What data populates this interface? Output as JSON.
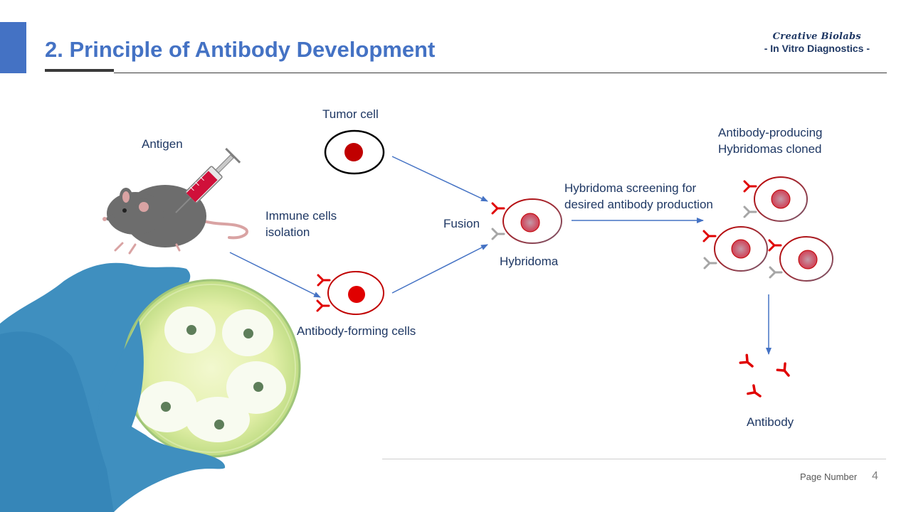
{
  "slide": {
    "title": "2. Principle of Antibody Development",
    "logo": {
      "brand": "Creative Biolabs",
      "subtitle": "- In Vitro Diagnostics -"
    },
    "footer": {
      "label": "Page Number",
      "number": "4"
    }
  },
  "diagram": {
    "labels": {
      "antigen": "Antigen",
      "tumor_cell": "Tumor cell",
      "immune_cells_line1": "Immune cells",
      "immune_cells_line2": "isolation",
      "fusion": "Fusion",
      "hybridoma": "Hybridoma",
      "antibody_forming": "Antibody-forming cells",
      "screening_line1": "Hybridoma screening for",
      "screening_line2": "desired antibody production",
      "cloned_line1": "Antibody-producing",
      "cloned_line2": "Hybridomas cloned",
      "antibody": "Antibody"
    }
  },
  "colors": {
    "title": "#4472c4",
    "text": "#1f3864",
    "arrow": "#4472c4",
    "cell_outline": "#c00000",
    "nucleus": "#c00000",
    "antibody": "#e00000",
    "antibody_gray": "#a6a6a6",
    "hybrid_nucleus": "#c86478"
  }
}
